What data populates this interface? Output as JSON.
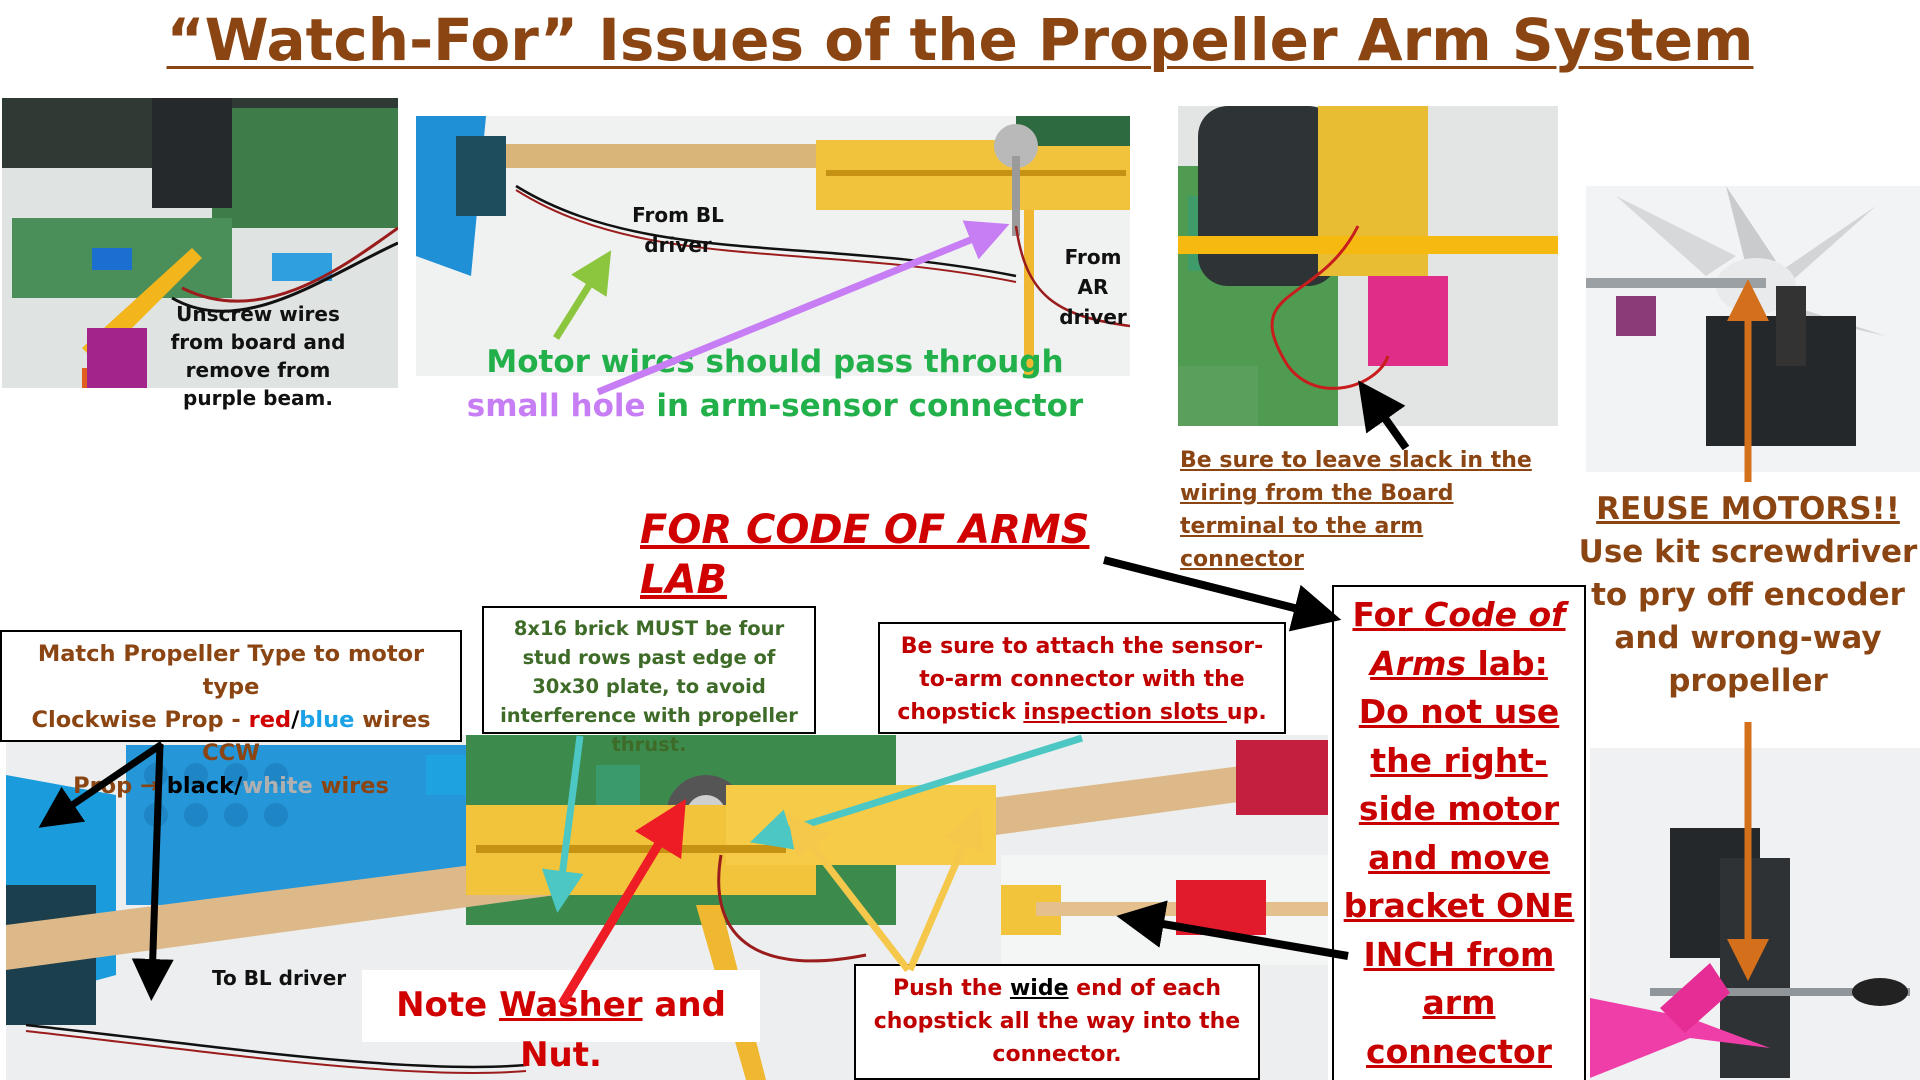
{
  "title": "“Watch-For” Issues of the Propeller Arm System",
  "photo1": {
    "caption": "Unscrew wires from board and remove from purple beam."
  },
  "photo2": {
    "label_bl": "From BL driver",
    "label_ar": "From AR driver",
    "caption_line1": "Motor wires should pass through",
    "caption_line2_purple": "small hole",
    "caption_line2_green": " in arm-sensor connector"
  },
  "photo3": {
    "caption": "Be sure to leave slack in the wiring from the Board terminal to the arm connector"
  },
  "reuse": {
    "heading": "REUSE MOTORS!!",
    "body": "Use kit screwdriver to pry off encoder and wrong-way propeller"
  },
  "lab_heading": "FOR CODE OF ARMS LAB",
  "lab_box": {
    "p1": "For ",
    "p2": "Code of Arms",
    "p3": " lab: Do not use the right-side motor and move bracket ONE INCH from arm connector"
  },
  "match_box": {
    "line1": "Match Propeller Type to motor type",
    "line2_a": "Clockwise Prop - ",
    "red": "red",
    "slash": "/",
    "blue": "blue",
    "line2_b": " wires CCW",
    "line3_a": "Prop → ",
    "black": "black",
    "white": "white",
    "line3_b": " wires"
  },
  "brick_box": {
    "text": "8x16 brick MUST be four stud rows  past edge of 30x30 plate, to avoid interference with propeller thrust."
  },
  "attach_box": {
    "a": "Be sure to attach the  sensor-to-arm connector with the chopstick  ",
    "b": "inspection slots ",
    "c": "up."
  },
  "bl_label": "To BL driver",
  "washer": {
    "a": "Note ",
    "b": "Washer",
    "c": " and Nut."
  },
  "push_box": {
    "a": "Push the ",
    "b": "wide",
    "c": "  end of each chopstick all the way into the connector."
  },
  "colors": {
    "title": "#8B4513",
    "motor_caption_green": "#22b04a",
    "hole_purple": "#c77df3",
    "note_red": "#d00000",
    "teal_arrow": "#4cc7c4",
    "yellow_arrow": "#f5c84c",
    "orange_arrow": "#d4701c",
    "green_arrow": "#8cc63f"
  }
}
